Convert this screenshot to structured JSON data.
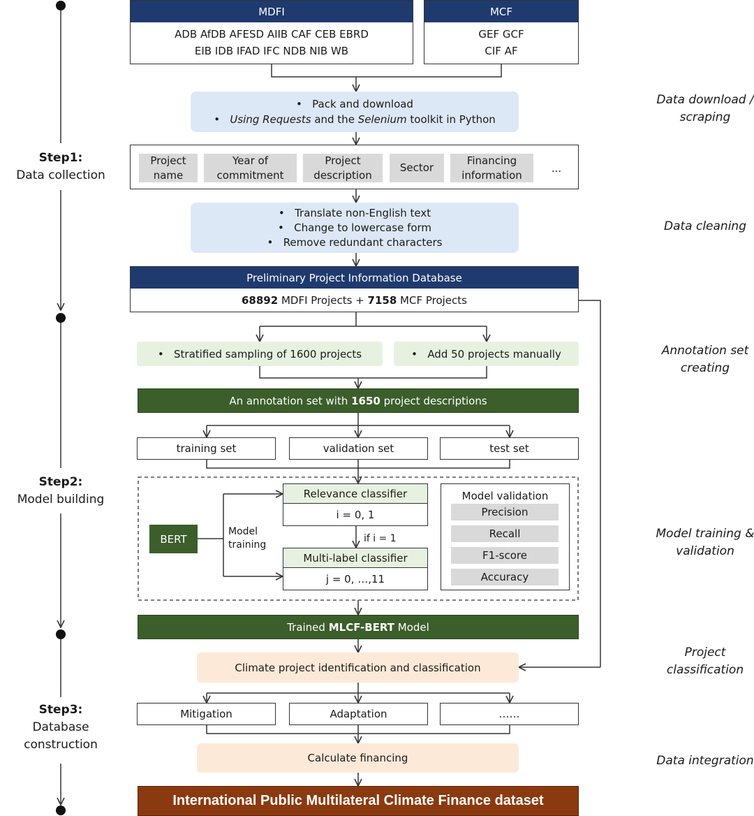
{
  "mdfi": {
    "header": "MDFI",
    "line1": "ADB AfDB AFESD AIIB CAF CEB EBRD",
    "line2": "EIB IDB IFAD IFC NDB NIB WB"
  },
  "mcf": {
    "header": "MCF",
    "line1": "GEF GCF",
    "line2": "CIF AF"
  },
  "download": {
    "b1": "Pack and download",
    "b2_pre": "Using Requests",
    "b2_mid": " and the ",
    "b2_sel": "Selenium",
    "b2_post": " toolkit in Python"
  },
  "fields": {
    "f1a": "Project",
    "f1b": "name",
    "f2a": "Year of",
    "f2b": "commitment",
    "f3a": "Project",
    "f3b": "description",
    "f4": "Sector",
    "f5a": "Financing",
    "f5b": "information",
    "more": "..."
  },
  "cleaning": {
    "b1": "Translate non-English text",
    "b2": "Change to lowercase form",
    "b3": "Remove redundant characters"
  },
  "prelim": {
    "header": "Preliminary Project Information Database",
    "n1": "68892",
    "t1": " MDFI Projects + ",
    "n2": "7158",
    "t2": " MCF Projects"
  },
  "sampling": {
    "left": "Stratified sampling of 1600 projects",
    "right": "Add 50 projects manually"
  },
  "annotation": {
    "pre": "An annotation set with ",
    "num": "1650",
    "post": " project descriptions"
  },
  "sets": {
    "train": "training set",
    "val": "validation set",
    "test": "test set"
  },
  "model": {
    "bert": "BERT",
    "training_a": "Model",
    "training_b": "training",
    "rel_header": "Relevance classifier",
    "rel_body": "i = 0, 1",
    "cond": "if i = 1",
    "multi_header": "Multi-label classifier",
    "multi_body": "j = 0, …,11",
    "val_title": "Model validation",
    "m1": "Precision",
    "m2": "Recall",
    "m3": "F1-score",
    "m4": "Accuracy"
  },
  "trained": {
    "pre": "Trained ",
    "name": "MLCF-BERT",
    "post": " Model"
  },
  "classify": "Climate project identification and classification",
  "cats": {
    "c1": "Mitigation",
    "c2": "Adaptation",
    "c3": "……"
  },
  "calc": "Calculate financing",
  "dataset": "International Public Multilateral Climate Finance dataset",
  "steps": {
    "s1a": "Step1:",
    "s1b": "Data collection",
    "s2a": "Step2:",
    "s2b": "Model building",
    "s3a": "Step3:",
    "s3b": "Database",
    "s3c": "construction"
  },
  "stages": {
    "a1": "Data download /",
    "a2": "scraping",
    "b1": "Data cleaning",
    "c1": "Annotation set",
    "c2": "creating",
    "d1": "Model training &",
    "d2": "validation",
    "e1": "Project",
    "e2": "classification",
    "f1": "Data integration"
  },
  "colors": {
    "navy": "#1f3a6e",
    "darkgreen": "#3b5e2b",
    "brown": "#8b3a10",
    "lightblue": "#dde8f6",
    "lightgreen": "#e6f2df",
    "peach": "#fde9d8"
  }
}
